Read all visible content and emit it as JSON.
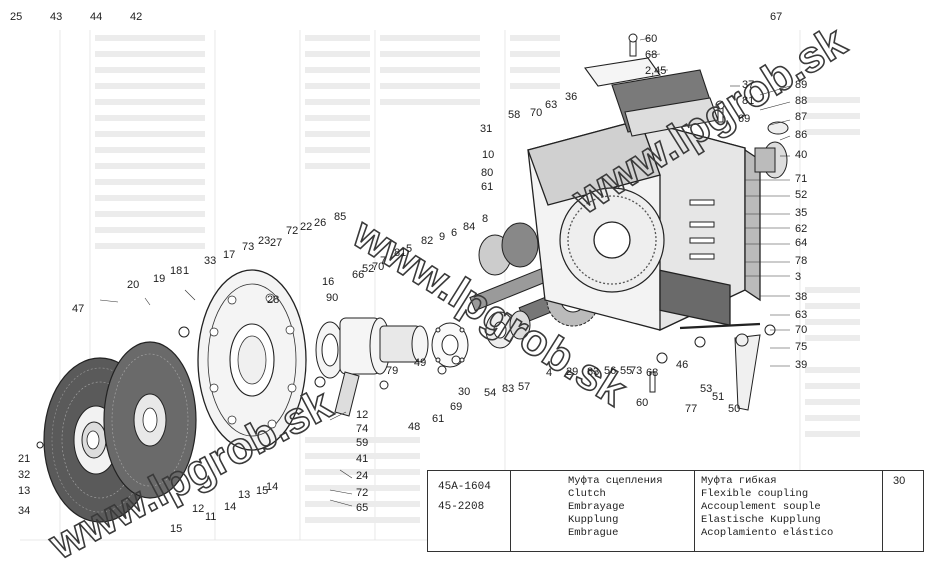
{
  "title_block": {
    "code_top": "45A-1604",
    "code_bottom": "45-2208",
    "names_left": [
      "Муфта сцепления",
      "Clutch",
      "Embrayage",
      "Kupplung",
      "Embrague"
    ],
    "names_right": [
      "Муфта гибкая",
      "Flexible coupling",
      "Accouplement souple",
      "Elastische Kupplung",
      "Acoplamiento elástico"
    ],
    "page_number": "30"
  },
  "watermarks": {
    "main": "www.lpgrob.sk"
  },
  "callouts": [
    "60",
    "68",
    "2,45",
    "37",
    "81",
    "89",
    "88",
    "87",
    "86",
    "40",
    "58",
    "63",
    "36",
    "70",
    "69",
    "31",
    "10",
    "80",
    "61",
    "8",
    "71",
    "52",
    "35",
    "62",
    "64",
    "78",
    "3",
    "38",
    "63",
    "70",
    "75",
    "39",
    "50",
    "51",
    "53",
    "77",
    "46",
    "68",
    "60",
    "73",
    "55",
    "56",
    "4",
    "29",
    "83",
    "57",
    "83",
    "54",
    "30",
    "69",
    "61",
    "49",
    "48",
    "79",
    "9",
    "6",
    "84",
    "82",
    "5",
    "81",
    "7",
    "70",
    "52",
    "66",
    "16",
    "90",
    "85",
    "26",
    "22",
    "72",
    "23",
    "27",
    "28",
    "73",
    "17",
    "33",
    "1",
    "18",
    "19",
    "20",
    "47",
    "21",
    "32",
    "13",
    "34",
    "15",
    "11",
    "12",
    "14",
    "13",
    "15",
    "14",
    "12",
    "74",
    "59",
    "41",
    "24",
    "72",
    "65",
    "67",
    "25",
    "43",
    "44",
    "42"
  ]
}
